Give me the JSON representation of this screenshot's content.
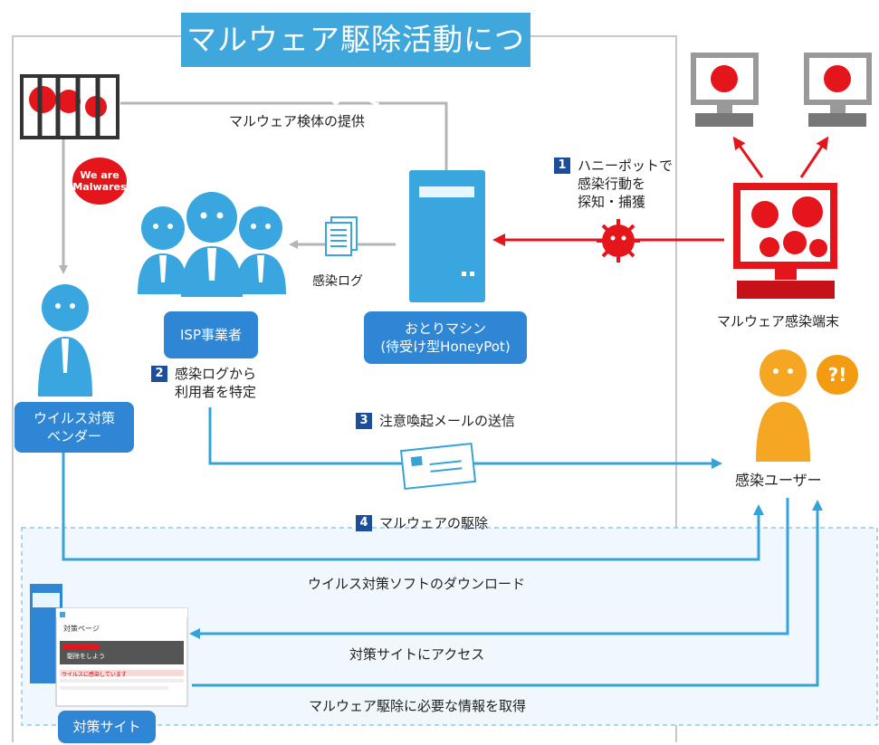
{
  "title": "マルウェア駆除活動について",
  "labels": {
    "malware_sample": "マルウェア検体の提供",
    "infection_log": "感染ログ",
    "infected_terminal": "マルウェア感染端末",
    "infected_user": "感染ユーザー",
    "antivirus_download": "ウイルス対策ソフトのダウンロード",
    "site_access": "対策サイトにアクセス",
    "info_get": "マルウェア駆除に必要な情報を取得"
  },
  "boxes": {
    "isp": "ISP事業者",
    "honeypot_1": "おとりマシン",
    "honeypot_2": "(待受け型HoneyPot)",
    "vendor_1": "ウイルス対策",
    "vendor_2": "ベンダー",
    "site": "対策サイト"
  },
  "badge": {
    "line1": "We are",
    "line2": "Malwares"
  },
  "question": "?!",
  "steps": [
    {
      "num": "1",
      "lines": [
        "ハニーポットで",
        "感染行動を",
        "探知・捕獲"
      ]
    },
    {
      "num": "2",
      "lines": [
        "感染ログから",
        "利用者を特定"
      ]
    },
    {
      "num": "3",
      "lines": [
        "注意喚起メールの送信"
      ]
    },
    {
      "num": "4",
      "lines": [
        "マルウェアの駆除"
      ]
    }
  ],
  "site_screen": {
    "page_title": "対策ページ",
    "banner": "駆除をしよう",
    "notice": "ウイルスに感染しています"
  },
  "colors": {
    "title_bg": "#3fa7dc",
    "box_blue": "#2f86d4",
    "arrow_blue": "#35a3d8",
    "red": "#e4161c",
    "step_num": "#1b4f9c",
    "person_blue": "#3aa6e0",
    "person_orange": "#f5a623"
  }
}
